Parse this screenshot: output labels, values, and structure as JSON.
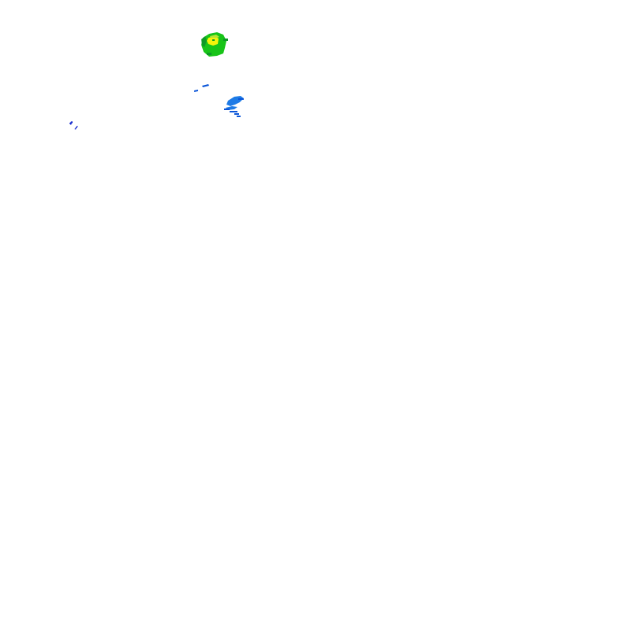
{
  "radar_tile": {
    "palette": {
      "light_blue": "#1e7be6",
      "blue": "#0a55d8",
      "dark_blue": "#1a2fd0",
      "green": "#18c418",
      "dark_green": "#0e9a26",
      "yellow": "#f4f40a",
      "yellow_green": "#b8e632"
    },
    "echo_cells": [
      {
        "name": "cell-strong-north",
        "levels": [
          "green",
          "yellow"
        ]
      },
      {
        "name": "cell-light-central",
        "levels": [
          "light_blue",
          "blue"
        ]
      },
      {
        "name": "streak-small-central",
        "levels": [
          "blue"
        ]
      },
      {
        "name": "streaks-west",
        "levels": [
          "dark_blue",
          "blue"
        ]
      }
    ]
  }
}
